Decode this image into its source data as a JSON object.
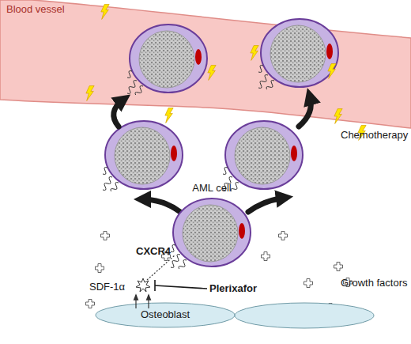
{
  "diagram": {
    "nodes": [
      {
        "text": [
          "Blood vessel"
        ]
      },
      {
        "text": [
          "AML cell"
        ]
      },
      {
        "text": [
          "Osteoblast"
        ]
      }
    ],
    "labels": [
      "Chemotherapy",
      "CXCR4",
      "SDF-1α",
      "Plerixafor",
      "Growth factors"
    ]
  }
}
